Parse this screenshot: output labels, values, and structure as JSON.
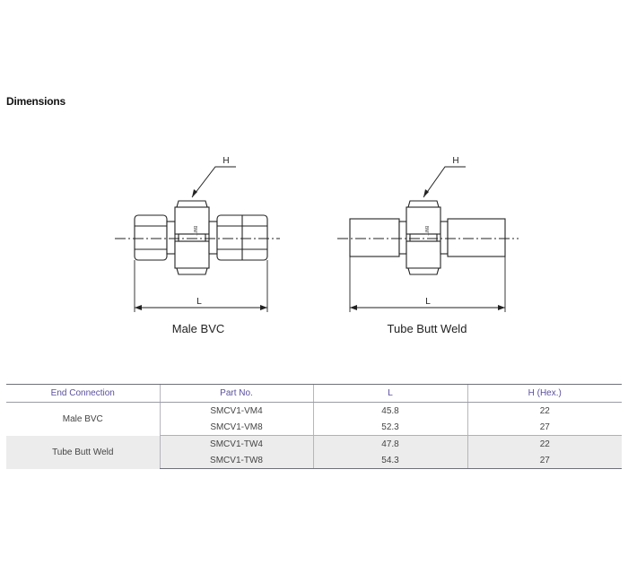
{
  "section_title": "Dimensions",
  "drawings": [
    {
      "caption": "Male BVC",
      "dim_hex": "H",
      "dim_length": "L",
      "stamp": "BMT"
    },
    {
      "caption": "Tube Butt Weld",
      "dim_hex": "H",
      "dim_length": "L",
      "stamp": "BMT"
    }
  ],
  "table": {
    "headers": [
      "End Connection",
      "Part No.",
      "L",
      "H (Hex.)"
    ],
    "groups": [
      {
        "end_connection": "Male BVC",
        "rows": [
          {
            "part_no": "SMCV1-VM4",
            "L": "45.8",
            "H": "22"
          },
          {
            "part_no": "SMCV1-VM8",
            "L": "52.3",
            "H": "27"
          }
        ]
      },
      {
        "end_connection": "Tube Butt Weld",
        "rows": [
          {
            "part_no": "SMCV1-TW4",
            "L": "47.8",
            "H": "22"
          },
          {
            "part_no": "SMCV1-TW8",
            "L": "54.3",
            "H": "27"
          }
        ]
      }
    ]
  },
  "colors": {
    "header_text": "#5a4f9e",
    "shaded_row": "#ececec",
    "line": "#222222"
  }
}
